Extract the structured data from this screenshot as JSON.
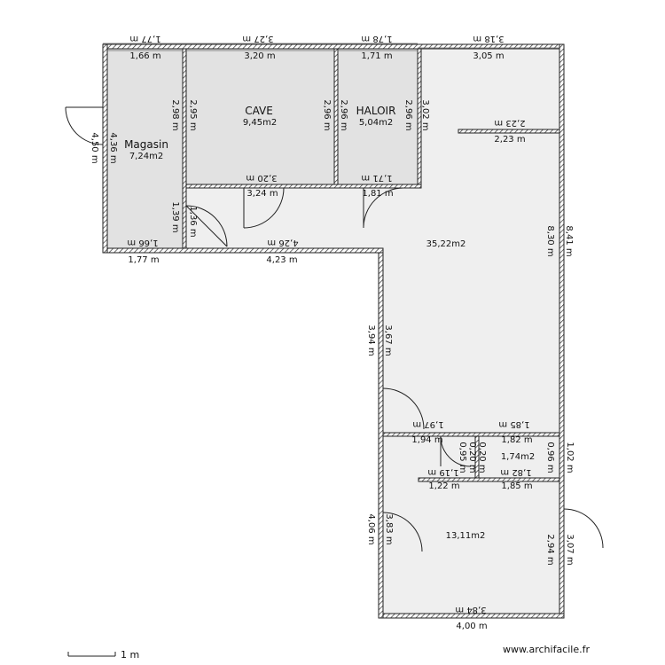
{
  "rooms": {
    "magasin": {
      "name": "Magasin",
      "area": "7,24m2"
    },
    "cave": {
      "name": "CAVE",
      "area": "9,45m2"
    },
    "haloir": {
      "name": "HALOIR",
      "area": "5,04m2"
    },
    "hall": {
      "area": "35,22m2"
    },
    "small": {
      "area": "1,74m2"
    },
    "bottom": {
      "area": "13,11m2"
    }
  },
  "dims": {
    "top_magasin_outer": "1,77 m",
    "top_magasin_inner": "1,66 m",
    "top_cave_outer": "3,27 m",
    "top_cave_inner": "3,20 m",
    "top_haloir_outer": "1,78 m",
    "top_haloir_inner": "1,71 m",
    "top_right_outer": "3,18 m",
    "top_right_inner": "3,05 m",
    "magasin_left_outer": "4,50 m",
    "magasin_left_inner": "4,36 m",
    "magasin_right_a": "2,98 m",
    "cave_left": "2,95 m",
    "cave_right_a": "2,96 m",
    "haloir_left": "2,96 m",
    "haloir_right_a": "2,96 m",
    "haloir_right_b": "3,02 m",
    "partition_outer": "2,23 m",
    "partition_inner": "2,23 m",
    "cave_bottom_outer": "3,20 m",
    "cave_bottom_inner": "3,24 m",
    "haloir_bottom_outer": "1,71 m",
    "haloir_bottom_inner": "1,81 m",
    "corridor_a": "1,39 m",
    "corridor_b": "1,36 m",
    "magasin_bottom_inner": "1,66 m",
    "magasin_bottom_outer": "1,77 m",
    "wing_top_outer": "4,26 m",
    "wing_top_inner": "4,23 m",
    "hall_right_inner": "8,30 m",
    "hall_right_outer": "8,41 m",
    "hall_left_outer": "3,94 m",
    "hall_left_inner": "3,67 m",
    "mid_left_outer": "1,97 m",
    "mid_left_inner": "1,94 m",
    "mid_right_outer": "1,85 m",
    "mid_right_inner": "1,82 m",
    "small_h_a": "0,95 m",
    "small_h_b": "0,20 m",
    "small_h_c": "0,20 m",
    "small_right_inner": "0,96 m",
    "small_right_outer": "1,02 m",
    "low_left_outer": "1,19 m",
    "low_left_inner": "1,22 m",
    "low_right_outer": "1,82 m",
    "low_right_inner": "1,85 m",
    "bottom_left_outer": "4,06 m",
    "bottom_left_inner": "3,83 m",
    "bottom_right_inner": "2,94 m",
    "bottom_right_outer": "3,07 m",
    "bottom_outer": "3,84 m",
    "bottom_inner": "4,00 m"
  },
  "footer": {
    "scale": "1 m",
    "credit": "www.archifacile.fr"
  }
}
